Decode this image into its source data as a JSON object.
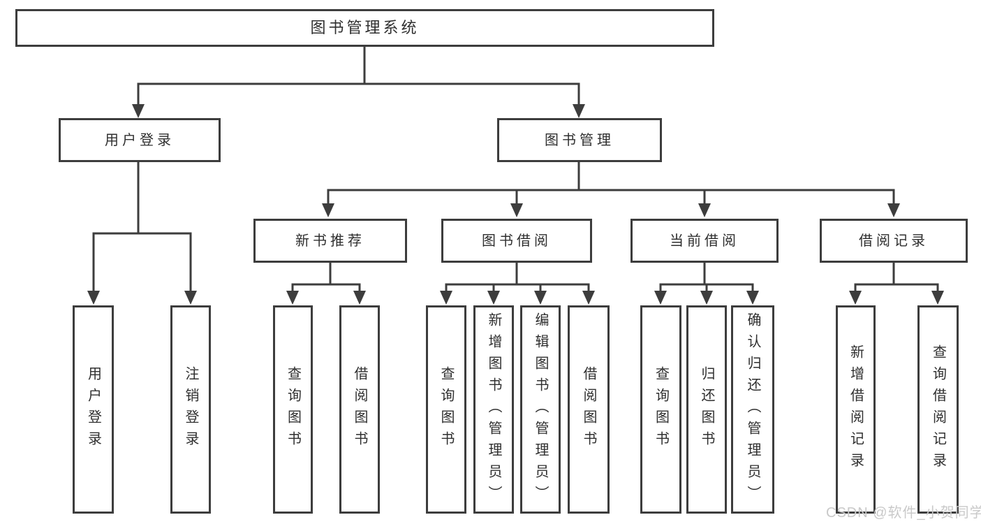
{
  "diagram_title": "图书管理系统",
  "tree": {
    "label": "图书管理系统",
    "children": [
      {
        "label": "用户登录",
        "children": [
          {
            "label": "用户登录"
          },
          {
            "label": "注销登录"
          }
        ]
      },
      {
        "label": "图书管理",
        "children": [
          {
            "label": "新书推荐",
            "children": [
              {
                "label": "查询图书"
              },
              {
                "label": "借阅图书"
              }
            ]
          },
          {
            "label": "图书借阅",
            "children": [
              {
                "label": "查询图书"
              },
              {
                "label": "新增图书（管理员）"
              },
              {
                "label": "编辑图书（管理员）"
              },
              {
                "label": "借阅图书"
              }
            ]
          },
          {
            "label": "当前借阅",
            "children": [
              {
                "label": "查询图书"
              },
              {
                "label": "归还图书"
              },
              {
                "label": "确认归还（管理员）"
              }
            ]
          },
          {
            "label": "借阅记录",
            "children": [
              {
                "label": "新增借阅记录"
              },
              {
                "label": "查询借阅记录"
              }
            ]
          }
        ]
      }
    ]
  },
  "watermark": "CSDN @软件_小贺同学",
  "colors": {
    "line": "#3d3d3d",
    "box_border": "#3d3d3d",
    "text": "#2f2f2f",
    "watermark": "#c9c9c9",
    "background": "#ffffff"
  }
}
